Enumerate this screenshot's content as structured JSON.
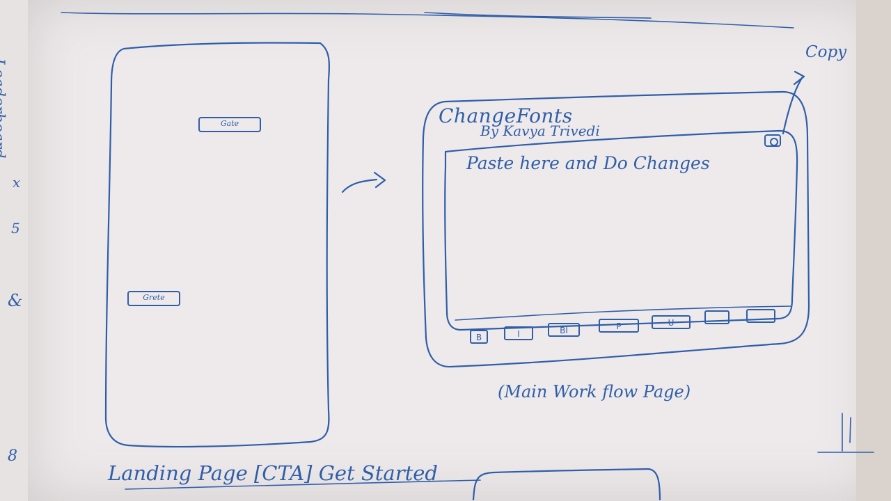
{
  "landing": {
    "cta_top": "Gate",
    "cta_mid": "Grete",
    "caption": "Landing Page [CTA] Get Started"
  },
  "workflow": {
    "title": "ChangeFonts",
    "byline": "By Kavya Trivedi",
    "placeholder": "Paste here and Do Changes",
    "copy_label": "Copy",
    "caption": "(Main Work flow Page)",
    "buttons": [
      "B",
      "I",
      "BI",
      "P",
      "U",
      "",
      ""
    ]
  },
  "margins": {
    "left_notes": [
      "Leaderboard",
      "x",
      "5",
      "&",
      "8"
    ]
  },
  "colors": {
    "ink": "#2f5ea8",
    "paper": "#eeeaeb",
    "background": "#8f8a82"
  }
}
